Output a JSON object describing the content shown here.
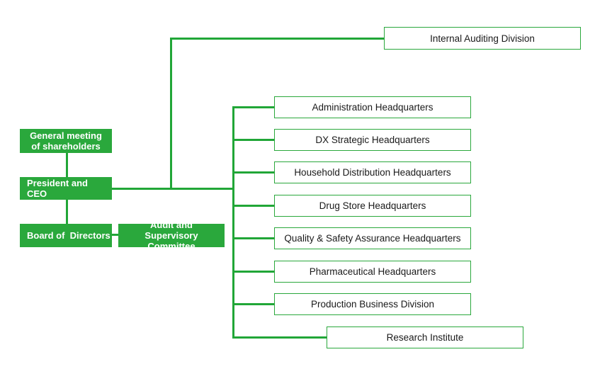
{
  "colors": {
    "green": "#2aa83c",
    "line_green": "#21a637",
    "box_border": "#2aa83c",
    "text": "#1a1a1a"
  },
  "governance": {
    "shareholders": "General meeting\nof shareholders",
    "president": "President and CEO",
    "board": "Board of  Directors",
    "audit_committee": "Audit and\nSupervisory Committee"
  },
  "divisions": {
    "internal_auditing": "Internal Auditing Division",
    "headquarters": [
      "Administration Headquarters",
      "DX Strategic Headquarters",
      "Household Distribution Headquarters",
      "Drug Store Headquarters",
      "Quality & Safety Assurance Headquarters",
      "Pharmaceutical Headquarters",
      "Production Business Division",
      "Research Institute"
    ]
  }
}
